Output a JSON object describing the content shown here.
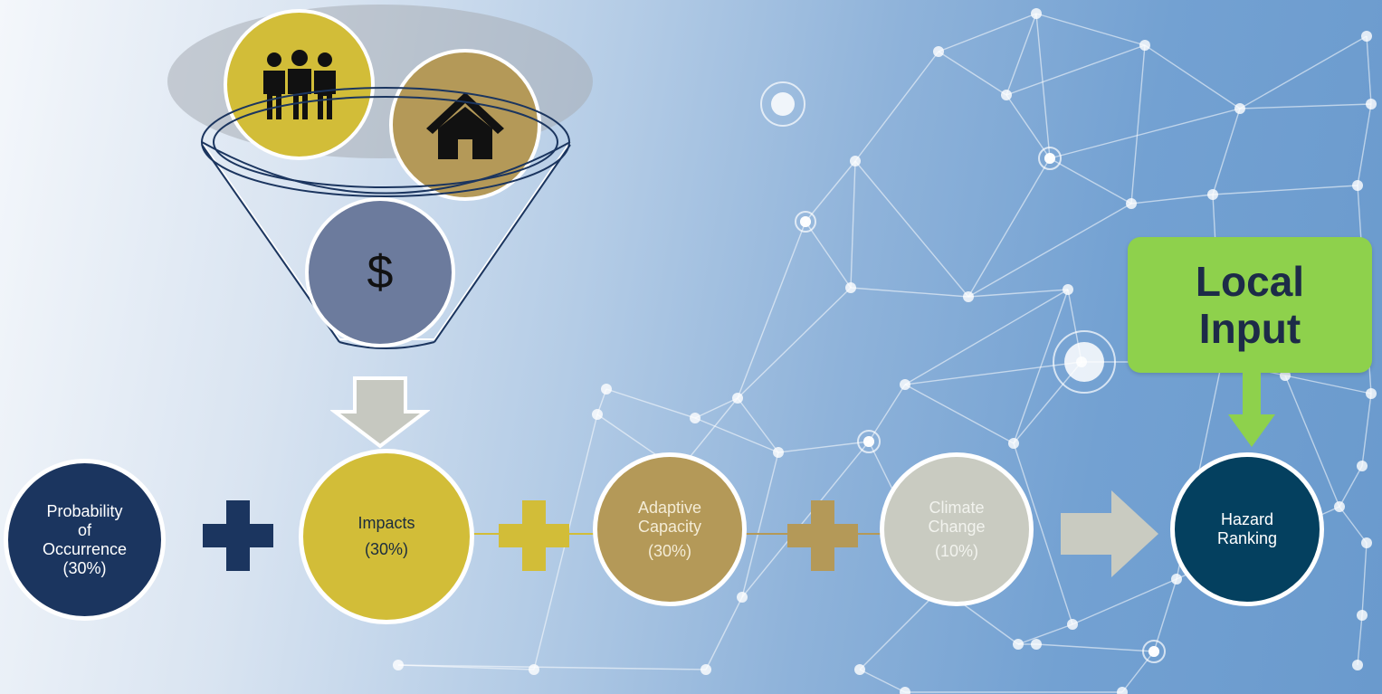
{
  "colors": {
    "navy": "#1b355f",
    "gold": "#d2bd38",
    "tan": "#b49958",
    "silver": "#c9cbc1",
    "dark_teal": "#04405f",
    "slate": "#6c7b9d",
    "green": "#8ed14c"
  },
  "icons": {
    "people": "people-icon",
    "house": "house-icon",
    "dollar": "$",
    "down_arrow": "down-arrow-icon",
    "right_arrow": "right-arrow-icon",
    "plus": "plus-icon"
  },
  "funnel": {
    "dollar_symbol": "$"
  },
  "steps": {
    "probability": {
      "line1": "Probability",
      "line2": "of",
      "line3": "Occurrence",
      "weight": "(30%)"
    },
    "impacts": {
      "line1": "Impacts",
      "weight": "(30%)"
    },
    "adaptive": {
      "line1": "Adaptive",
      "line2": "Capacity",
      "weight": "(30%)"
    },
    "climate": {
      "line1": "Climate",
      "line2": "Change",
      "weight": "(10%)"
    },
    "hazard": {
      "line1": "Hazard",
      "line2": "Ranking"
    }
  },
  "callout": {
    "line1": "Local",
    "line2": "Input"
  }
}
